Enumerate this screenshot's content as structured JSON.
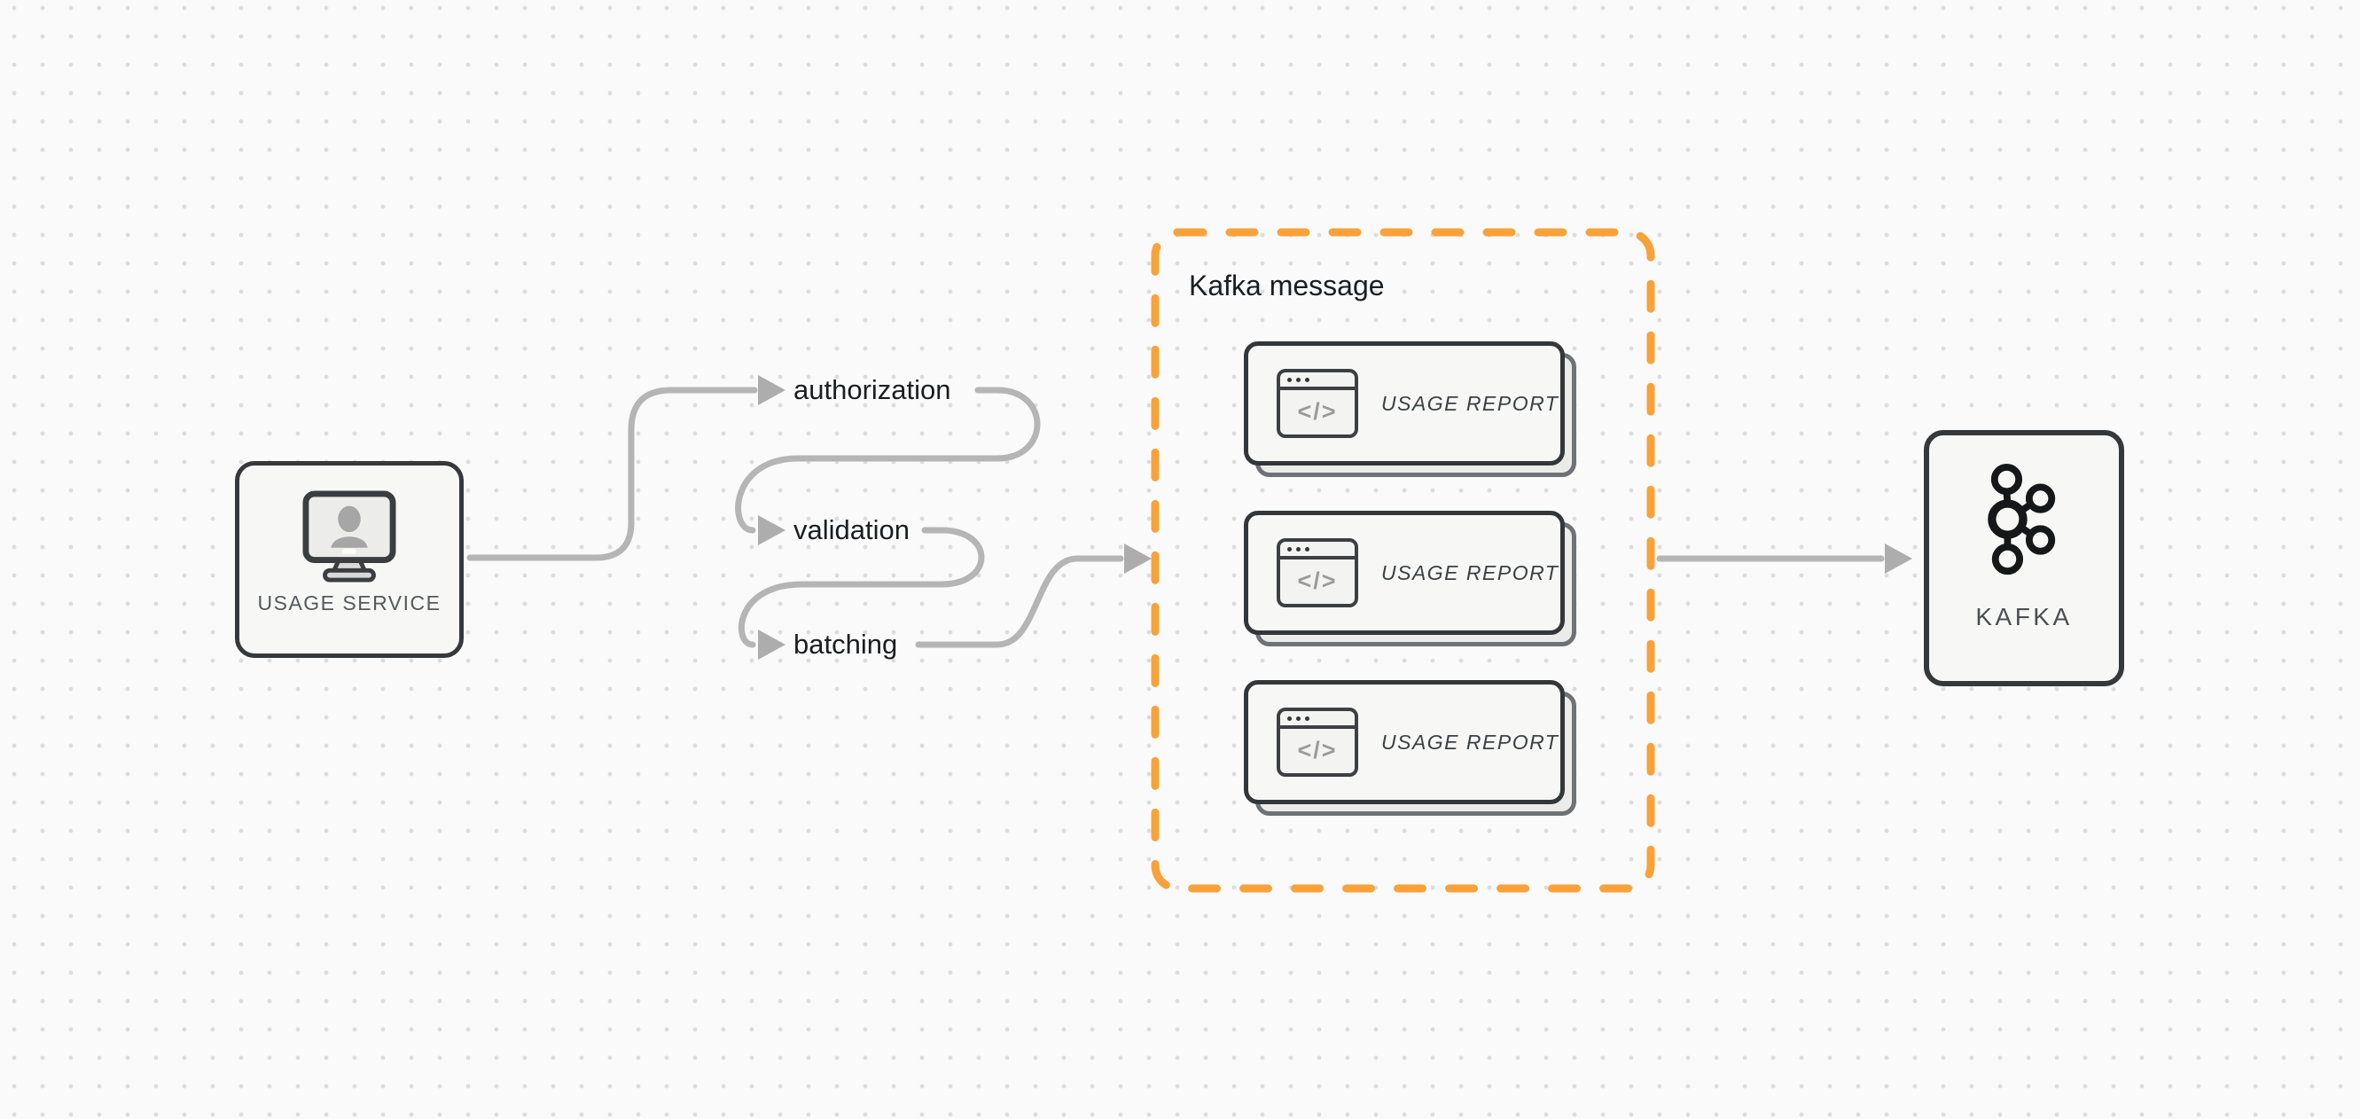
{
  "nodes": {
    "usage_service": {
      "label": "USAGE SERVICE"
    },
    "kafka": {
      "label": "KAFKA"
    }
  },
  "pipeline_steps": [
    {
      "label": "authorization"
    },
    {
      "label": "validation"
    },
    {
      "label": "batching"
    }
  ],
  "kafka_message_group": {
    "title": "Kafka message",
    "cards": [
      {
        "label": "USAGE REPORT"
      },
      {
        "label": "USAGE REPORT"
      },
      {
        "label": "USAGE REPORT"
      }
    ]
  },
  "icons": {
    "code_glyph": "</>",
    "monitor_user": "monitor-user-icon",
    "code_window": "code-window-icon",
    "kafka_logo": "kafka-logo-icon"
  },
  "colors": {
    "accent_orange": "#F9A23A",
    "connector_gray": "#B5B5B5",
    "arrowhead_gray": "#ADADAD",
    "border_dark": "#36393C",
    "node_fill": "#F7F8F6",
    "background": "#FAFAFA",
    "dot_grid": "#DCDCDC",
    "text_dark": "#1B1D1F"
  }
}
